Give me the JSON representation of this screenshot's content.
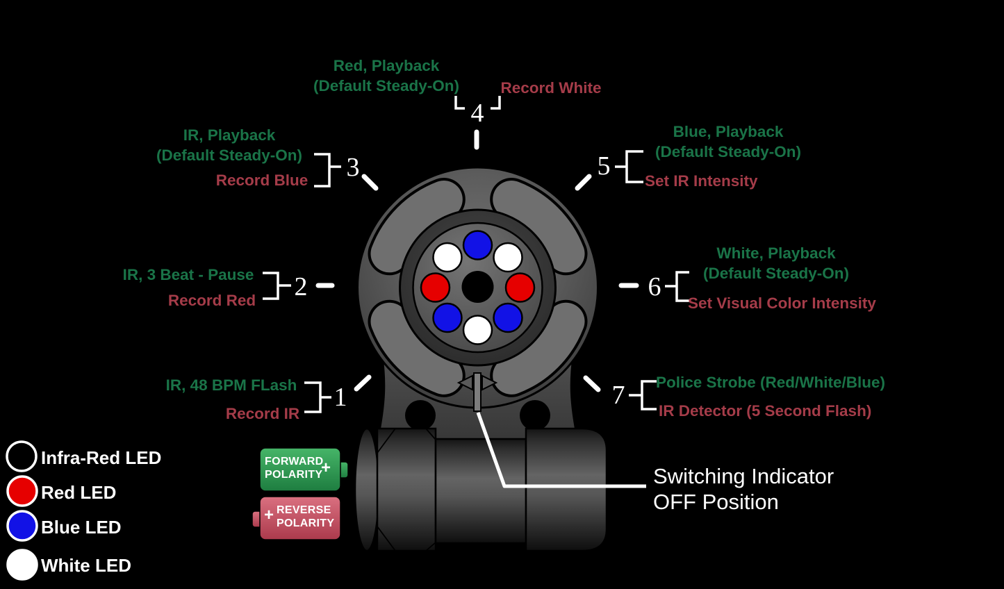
{
  "colors": {
    "background": "#000000",
    "green_text": "#1a7448",
    "red_text": "#a53c49",
    "white_text": "#ffffff",
    "led_red": "#e60000",
    "led_blue": "#1212e6",
    "led_white": "#ffffff",
    "led_infrared": "#000000",
    "battery_forward_green": "#2f9e53",
    "battery_reverse_red": "#c25060"
  },
  "positions": {
    "pos1": {
      "num": "1",
      "green": "IR, 48 BPM FLash",
      "red": "Record IR"
    },
    "pos2": {
      "num": "2",
      "green": "IR, 3 Beat - Pause",
      "red": "Record Red"
    },
    "pos3": {
      "num": "3",
      "green_line1": "IR, Playback",
      "green_line2": "(Default Steady-On)",
      "red": "Record Blue"
    },
    "pos4": {
      "num": "4",
      "green_line1": "Red, Playback",
      "green_line2": "(Default Steady-On)",
      "red": "Record White"
    },
    "pos5": {
      "num": "5",
      "green_line1": "Blue, Playback",
      "green_line2": "(Default Steady-On)",
      "red": "Set IR Intensity"
    },
    "pos6": {
      "num": "6",
      "green_line1": "White, Playback",
      "green_line2": "(Default Steady-On)",
      "red": "Set Visual Color Intensity"
    },
    "pos7": {
      "num": "7",
      "green": "Police Strobe (Red/White/Blue)",
      "red": "IR Detector (5 Second Flash)"
    }
  },
  "legend": {
    "items": [
      {
        "name": "infra-red-led",
        "label": "Infra-Red LED",
        "color": "#000000"
      },
      {
        "name": "red-led",
        "label": "Red LED",
        "color": "#e60000"
      },
      {
        "name": "blue-led",
        "label": "Blue LED",
        "color": "#1212e6"
      },
      {
        "name": "white-led",
        "label": "White LED",
        "color": "#ffffff"
      }
    ]
  },
  "batteries": {
    "forward": {
      "line1": "FORWARD",
      "line2": "POLARITY",
      "plus": "+"
    },
    "reverse": {
      "line1": "REVERSE",
      "line2": "POLARITY",
      "plus": "+"
    }
  },
  "callout": {
    "line1": "Switching Indicator",
    "line2": "OFF Position"
  },
  "device": {
    "led_ring_clockwise_from_top": [
      "blue",
      "white",
      "red",
      "blue",
      "white",
      "blue",
      "red",
      "white"
    ],
    "center_aperture": "black",
    "switch_indicator_state": "pointing down (OFF)"
  }
}
